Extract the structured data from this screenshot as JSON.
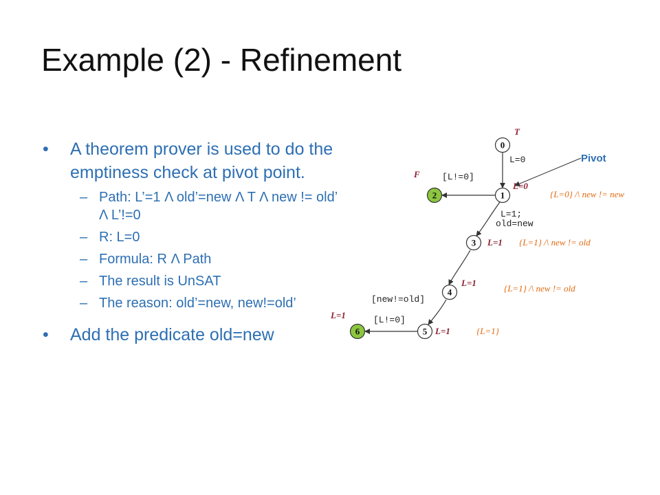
{
  "title": "Example (2) - Refinement",
  "bullets": {
    "b1": "A theorem prover is used to do the emptiness check at pivot point.",
    "sub": [
      "Path: L’=1 Λ old’=new Λ T Λ new != old’ Λ L’!=0",
      "R: L=0",
      "Formula: R Λ Path",
      "The result is UnSAT",
      "The reason: old’=new, new!=old’"
    ],
    "b2": "Add the predicate old=new"
  },
  "diagram": {
    "nodes": [
      "0",
      "1",
      "2",
      "3",
      "4",
      "5",
      "6"
    ],
    "colors": {
      "node_plain": "#ffffff",
      "node_green": "#8cc63f",
      "red_label": "#8b2233",
      "orange_label": "#e06a10",
      "pivot": "#2d6fb3"
    },
    "labels": {
      "T": "T",
      "F": "F",
      "edge_01": "L=0",
      "edge_12": "[L!=0]",
      "edge_13_a": "L=1;",
      "edge_13_b": "old=new",
      "edge_34": "[new!=old]",
      "edge_56": "[L!=0]",
      "n1_state": "L=0",
      "n3_state": "L=1",
      "n4_state": "L=1",
      "n5_state": "L=1",
      "n6_state": "L=1",
      "pivot": "Pivot",
      "pred1": "{L=0} /\\ new != new",
      "pred3": "{L=1} /\\ new != old",
      "pred4": "{L=1} /\\ new != old",
      "pred5": "{L=1}"
    }
  }
}
